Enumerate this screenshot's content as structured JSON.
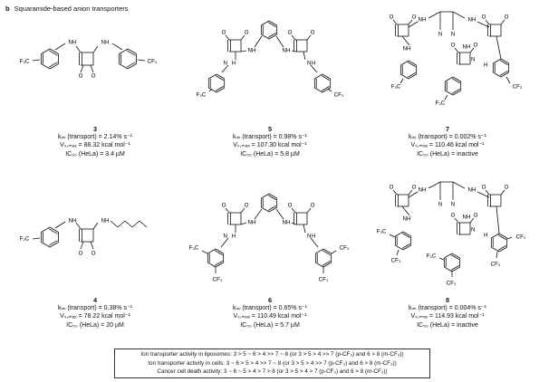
{
  "panel": {
    "letter": "b",
    "title": "Squaramide-based anion transporters"
  },
  "compounds": [
    {
      "id": "3",
      "k": "kᵢₙᵢ (transport) = 2.14% s⁻¹",
      "v": "Vₛ,ₘₐₓ = 88.32 kcal mol⁻¹",
      "ic": "IC₅₀ (HeLa) = 3.4 µM"
    },
    {
      "id": "5",
      "k": "kᵢₙᵢ (transport) = 0.98% s⁻¹",
      "v": "Vₛ,ₘₐₓ = 107.30 kcal mol⁻¹",
      "ic": "IC₅₀ (HeLa) = 5.8 µM"
    },
    {
      "id": "7",
      "k": "kᵢₙᵢ (transport) = 0.002% s⁻¹",
      "v": "Vₛ,ₘₐₓ = 110.46 kcal mol⁻¹",
      "ic": "IC₅₀ (HeLa) = inactive"
    },
    {
      "id": "4",
      "k": "kᵢₙᵢ (transport) = 0.38% s⁻¹",
      "v": "Vₛ,ₘₐₓ = 78.22 kcal mol⁻¹",
      "ic": "IC₅₀ (HeLa) = 20 µM"
    },
    {
      "id": "6",
      "k": "kᵢₙᵢ (transport) = 0.65% s⁻¹",
      "v": "Vₛ,ₘₐₓ = 110.49 kcal mol⁻¹",
      "ic": "IC₅₀ (HeLa) = 5.7 µM"
    },
    {
      "id": "8",
      "k": "kᵢₙᵢ (transport) = 0.004% s⁻¹",
      "v": "Vₛ,ₘₐₓ = 114.93 kcal mol⁻¹",
      "ic": "IC₅₀ (HeLa) = inactive"
    }
  ],
  "atoms": {
    "cf3": "CF₃",
    "f3c": "F₃C",
    "nh": "NH",
    "h": "H",
    "n": "N",
    "o": "O"
  },
  "summary": {
    "line1": "Ion transporter activity in liposomes: 3 > 5 ~ 6 > 4 >> 7 ~ 8  (or 3 > 5 > 4 >> 7 (p-CF₃) and 6 > 8 (m-CF₃))",
    "line2": "Ion transporter activity in cells: 3 ~ 6 > 5 > 4 >> 7 ~ 8  (or 3 > 5 > 4 >> 7 (p-CF₃) and 6 > 8 (m-CF₃))",
    "line3": "Cancer cell death activity: 3 ~ 6 ~ 5 > 4 > 7 > 8  (or 3 > 5 > 4 > 7 (p-CF₃) and 6 > 8 (m-CF₃))"
  }
}
